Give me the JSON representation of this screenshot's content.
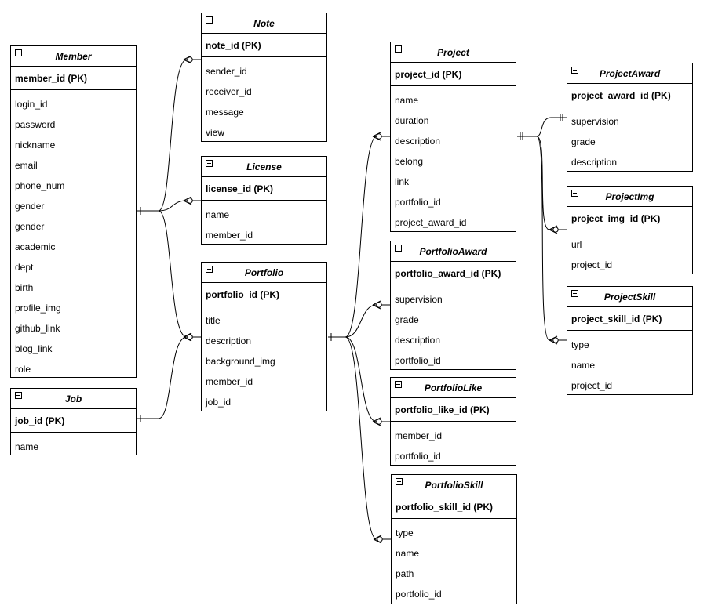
{
  "entities": {
    "member": {
      "title": "Member",
      "pk": "member_id (PK)",
      "attrs": [
        "login_id",
        "password",
        "nickname",
        "email",
        "phone_num",
        "gender",
        "gender",
        "academic",
        "dept",
        "birth",
        "profile_img",
        "github_link",
        "blog_link",
        "role"
      ]
    },
    "job": {
      "title": "Job",
      "pk": "job_id (PK)",
      "attrs": [
        "name"
      ]
    },
    "note": {
      "title": "Note",
      "pk": "note_id (PK)",
      "attrs": [
        "sender_id",
        "receiver_id",
        "message",
        "view"
      ]
    },
    "license": {
      "title": "License",
      "pk": "license_id (PK)",
      "attrs": [
        "name",
        "member_id"
      ]
    },
    "portfolio": {
      "title": "Portfolio",
      "pk": "portfolio_id (PK)",
      "attrs": [
        "title",
        "description",
        "background_img",
        "member_id",
        "job_id"
      ]
    },
    "project": {
      "title": "Project",
      "pk": "project_id (PK)",
      "attrs": [
        "name",
        "duration",
        "description",
        "belong",
        "link",
        "portfolio_id",
        "project_award_id"
      ]
    },
    "portfolioAward": {
      "title": "PortfolioAward",
      "pk": "portfolio_award_id (PK)",
      "attrs": [
        "supervision",
        "grade",
        "description",
        "portfolio_id"
      ]
    },
    "portfolioLike": {
      "title": "PortfolioLike",
      "pk": "portfolio_like_id (PK)",
      "attrs": [
        "member_id",
        "portfolio_id"
      ]
    },
    "portfolioSkill": {
      "title": "PortfolioSkill",
      "pk": "portfolio_skill_id (PK)",
      "attrs": [
        "type",
        "name",
        "path",
        "portfolio_id"
      ]
    },
    "projectAward": {
      "title": "ProjectAward",
      "pk": "project_award_id (PK)",
      "attrs": [
        "supervision",
        "grade",
        "description"
      ]
    },
    "projectImg": {
      "title": "ProjectImg",
      "pk": "project_img_id (PK)",
      "attrs": [
        "url",
        "project_id"
      ]
    },
    "projectSkill": {
      "title": "ProjectSkill",
      "pk": "project_skill_id (PK)",
      "attrs": [
        "type",
        "name",
        "project_id"
      ]
    }
  },
  "relationships": [
    {
      "from": "member",
      "to": "note",
      "from_end": "one",
      "to_end": "zero-or-many"
    },
    {
      "from": "member",
      "to": "license",
      "from_end": "one",
      "to_end": "zero-or-many"
    },
    {
      "from": "member",
      "to": "portfolio",
      "from_end": "one",
      "to_end": "zero-or-many"
    },
    {
      "from": "job",
      "to": "portfolio",
      "from_end": "one",
      "to_end": "zero-or-many"
    },
    {
      "from": "portfolio",
      "to": "project",
      "from_end": "one",
      "to_end": "zero-or-many"
    },
    {
      "from": "portfolio",
      "to": "portfolioAward",
      "from_end": "one",
      "to_end": "zero-or-many"
    },
    {
      "from": "portfolio",
      "to": "portfolioLike",
      "from_end": "one",
      "to_end": "zero-or-many"
    },
    {
      "from": "portfolio",
      "to": "portfolioSkill",
      "from_end": "one",
      "to_end": "zero-or-many"
    },
    {
      "from": "project",
      "to": "projectAward",
      "from_end": "one",
      "to_end": "one"
    },
    {
      "from": "project",
      "to": "projectImg",
      "from_end": "one",
      "to_end": "zero-or-many"
    },
    {
      "from": "project",
      "to": "projectSkill",
      "from_end": "one",
      "to_end": "zero-or-many"
    }
  ]
}
